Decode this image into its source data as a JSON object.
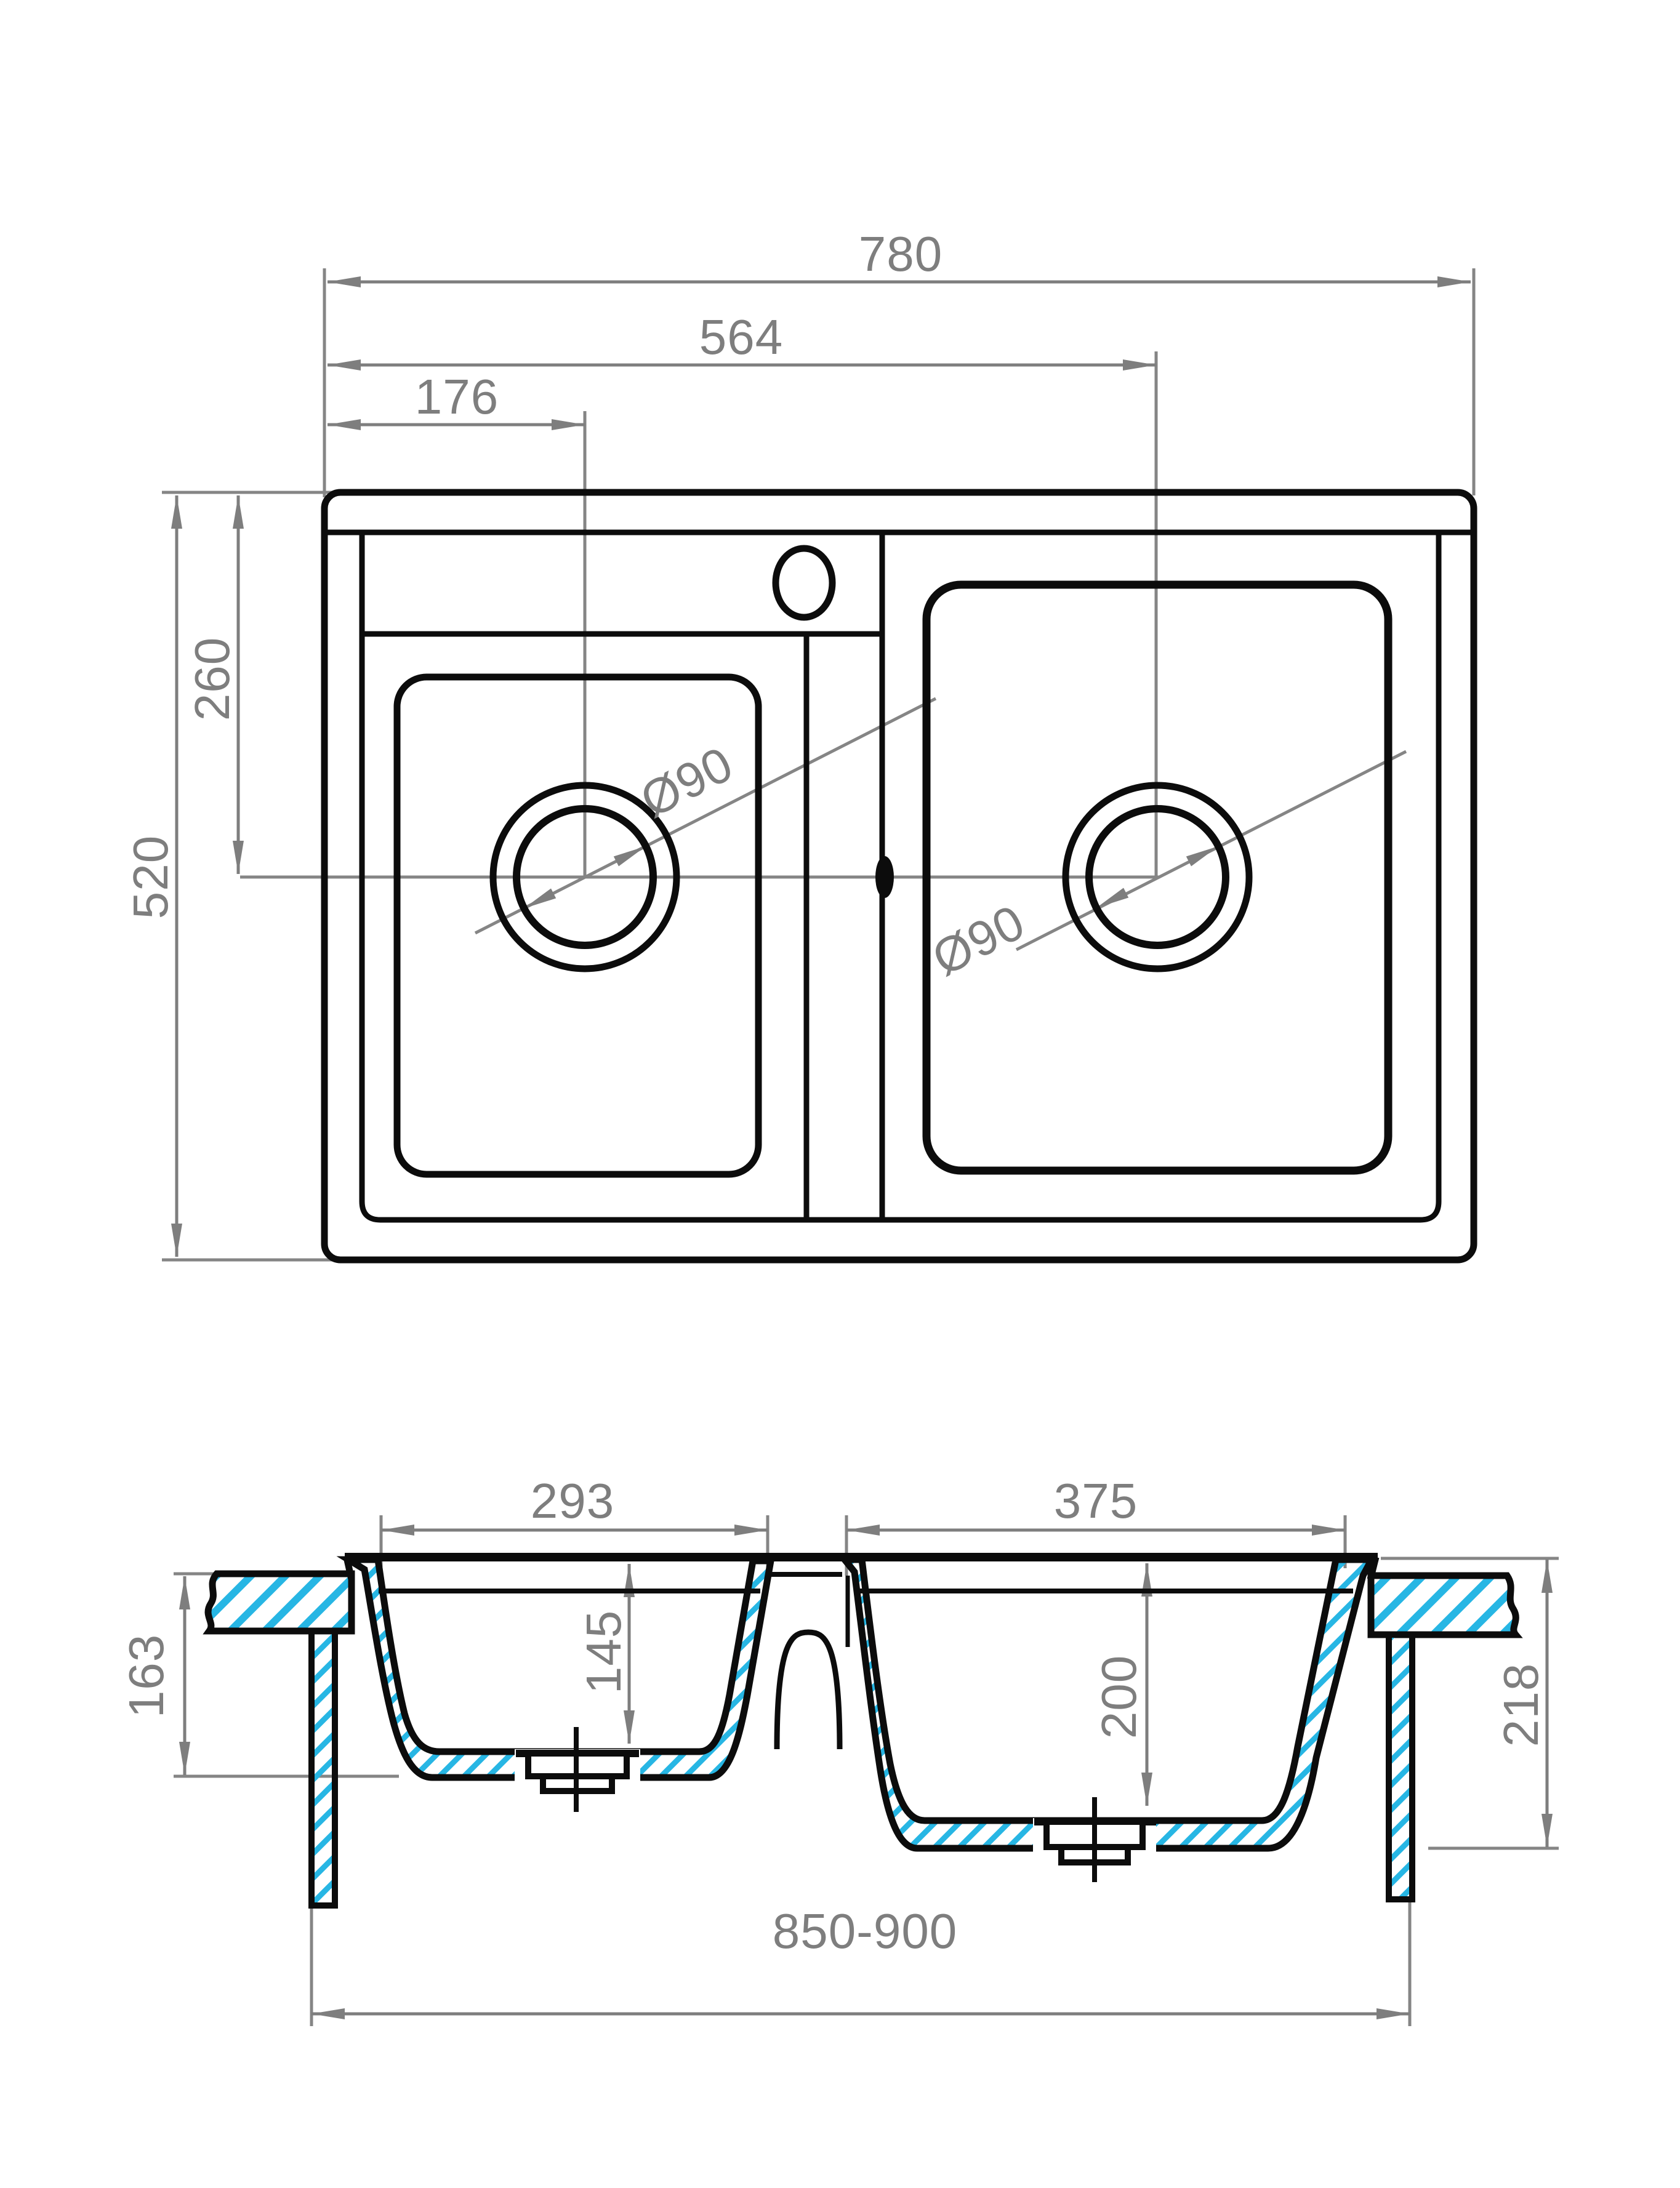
{
  "drawing": {
    "background": "#ffffff",
    "line_color": "#0c0c0c",
    "dim_color": "#7e7e7e",
    "hatch_color": "#27b6e4"
  },
  "top_view": {
    "dims": {
      "overall_width": "780",
      "right_drain_offset": "564",
      "left_drain_offset": "176",
      "overall_depth": "520",
      "drain_center_offset": "260",
      "left_drain_diameter": "Ø90",
      "right_drain_diameter": "Ø90"
    }
  },
  "section_view": {
    "dims": {
      "left_bowl_width": "293",
      "right_bowl_width": "375",
      "left_bowl_outer_height": "163",
      "left_bowl_depth": "145",
      "right_bowl_depth": "200",
      "right_bowl_outer_height": "218",
      "cabinet_width": "850-900"
    }
  }
}
